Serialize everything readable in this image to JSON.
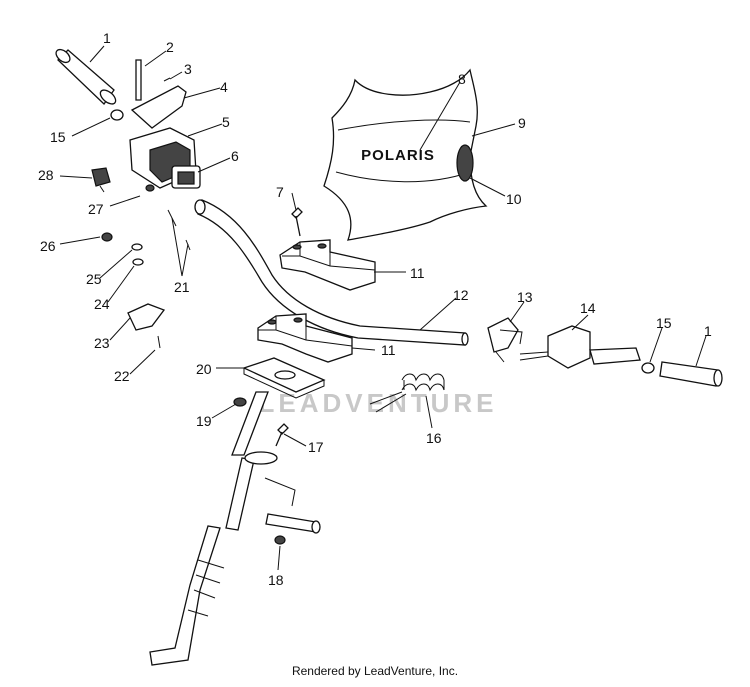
{
  "diagram": {
    "brand_text": "POLARIS",
    "watermark_text": "LEADVENTURE",
    "credit": "Rendered by LeadVenture, Inc.",
    "callouts": [
      "1",
      "2",
      "3",
      "4",
      "5",
      "6",
      "7",
      "8",
      "9",
      "10",
      "11",
      "12",
      "13",
      "14",
      "15",
      "16",
      "17",
      "18",
      "19",
      "20",
      "21",
      "22",
      "23",
      "24",
      "25",
      "26",
      "27",
      "28",
      "11",
      "15",
      "1"
    ]
  }
}
